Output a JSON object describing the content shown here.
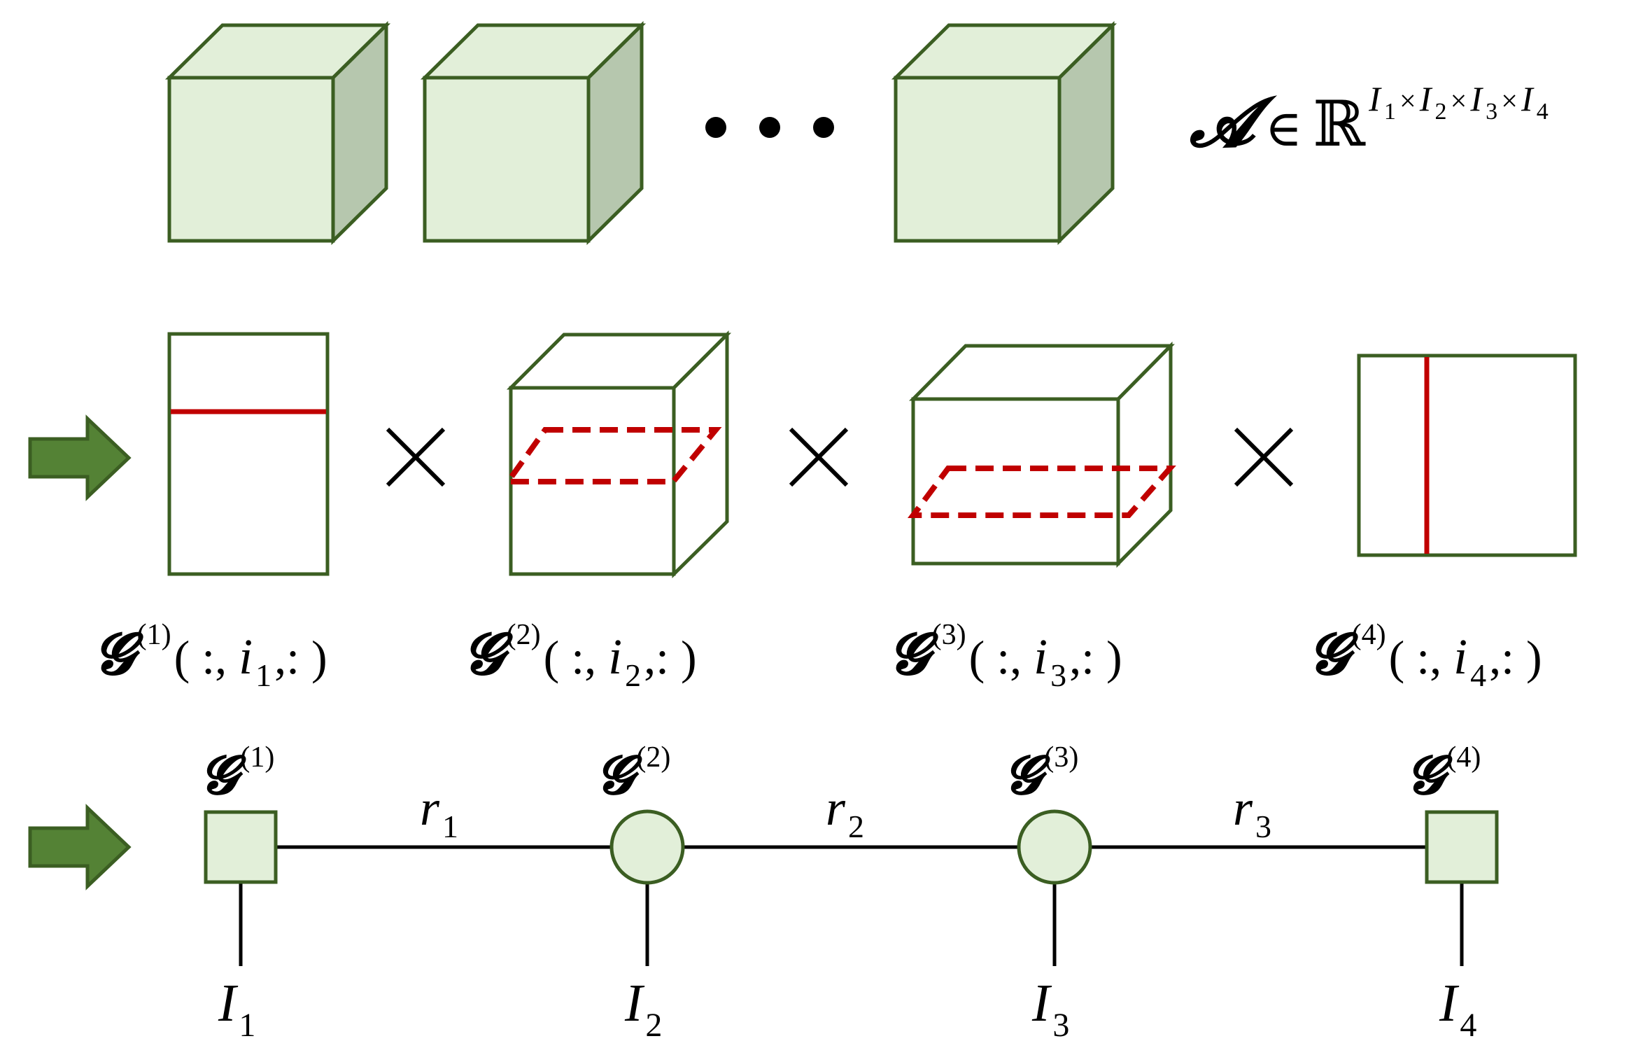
{
  "colors": {
    "outline": "#3b5e22",
    "cube_front": "#e2efd9",
    "cube_top": "#e2efd9",
    "cube_side": "#b6c7ae",
    "node_fill": "#e2efd9",
    "slice": "#c00000",
    "arrow": "#548235",
    "arrow_outline": "#3b5e22",
    "ink": "#000000"
  },
  "tensor": {
    "symbol": "𝓐",
    "in": "∈",
    "field": "ℝ",
    "dims": [
      {
        "base": "I",
        "sub": "1"
      },
      {
        "base": "I",
        "sub": "2"
      },
      {
        "base": "I",
        "sub": "3"
      },
      {
        "base": "I",
        "sub": "4"
      }
    ],
    "times": "×",
    "ellipsis": "• • •"
  },
  "decomposition": {
    "times_symbol": "×",
    "cores": [
      {
        "symbol": "𝓖",
        "sup": "(1)",
        "open": "( :, ",
        "index": "i",
        "sub": "1",
        "close": ",: )"
      },
      {
        "symbol": "𝓖",
        "sup": "(2)",
        "open": "( :, ",
        "index": "i",
        "sub": "2",
        "close": ",: )"
      },
      {
        "symbol": "𝓖",
        "sup": "(3)",
        "open": "( :, ",
        "index": "i",
        "sub": "3",
        "close": ",: )"
      },
      {
        "symbol": "𝓖",
        "sup": "(4)",
        "open": "( :, ",
        "index": "i",
        "sub": "4",
        "close": ",: )"
      }
    ]
  },
  "network": {
    "nodes": [
      {
        "symbol": "𝓖",
        "sup": "(1)",
        "shape": "square",
        "leg": {
          "base": "I",
          "sub": "1"
        }
      },
      {
        "symbol": "𝓖",
        "sup": "(2)",
        "shape": "circle",
        "leg": {
          "base": "I",
          "sub": "2"
        }
      },
      {
        "symbol": "𝓖",
        "sup": "(3)",
        "shape": "circle",
        "leg": {
          "base": "I",
          "sub": "3"
        }
      },
      {
        "symbol": "𝓖",
        "sup": "(4)",
        "shape": "square",
        "leg": {
          "base": "I",
          "sub": "4"
        }
      }
    ],
    "bonds": [
      {
        "base": "r",
        "sub": "1"
      },
      {
        "base": "r",
        "sub": "2"
      },
      {
        "base": "r",
        "sub": "3"
      }
    ]
  }
}
